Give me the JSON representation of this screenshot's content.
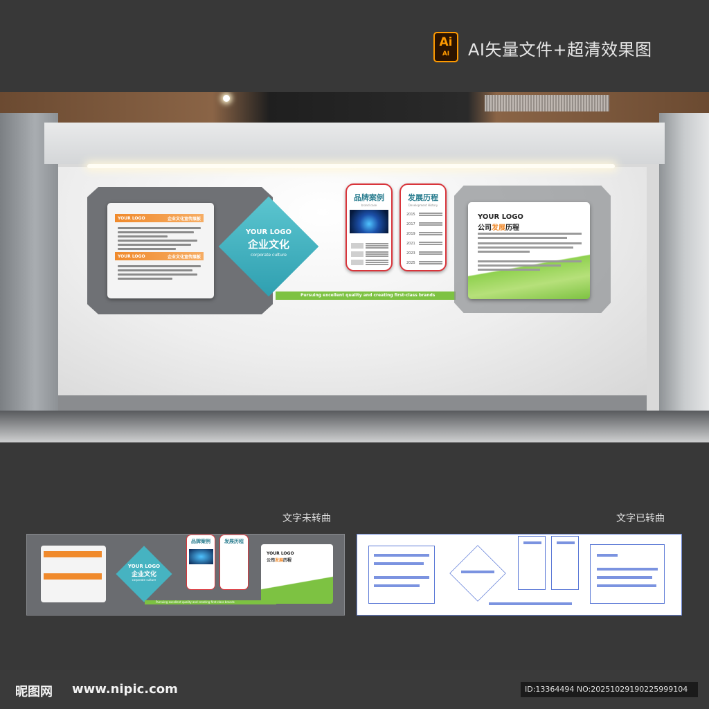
{
  "header": {
    "badge_big": "Ai",
    "badge_small": "AI",
    "title": "AI矢量文件+超清效果图"
  },
  "wall": {
    "left_panel": {
      "bar1_logo": "YOUR LOGO",
      "bar1_title": "企业文化宣传展板",
      "bar2_logo": "YOUR LOGO",
      "bar2_title": "企业文化宣传展板"
    },
    "diamond": {
      "logo": "YOUR LOGO",
      "title": "企业文化",
      "subtitle": "corporate culture"
    },
    "slogan": "Pursuing excellent quality and creating first-class brands",
    "brand_case": {
      "title": "品牌案例",
      "subtitle": "brand case"
    },
    "history": {
      "title": "发展历程",
      "subtitle": "Development History",
      "years": [
        "2015",
        "2017",
        "2019",
        "2021",
        "2023",
        "2025"
      ]
    },
    "right_panel": {
      "logo": "YOUR LOGO",
      "title_prefix": "公司",
      "title_highlight": "发展",
      "title_suffix": "历程"
    }
  },
  "labels": {
    "unconverted": "文字未转曲",
    "converted": "文字已转曲"
  },
  "footer": {
    "brand": "昵图网",
    "url": "www.nipic.com",
    "id_text": "ID:13364494 NO:20251029190225999104"
  },
  "colors": {
    "accent_teal": "#46b3c1",
    "accent_orange": "#f08a2c",
    "accent_green": "#7dc242",
    "accent_red": "#d9353b"
  }
}
